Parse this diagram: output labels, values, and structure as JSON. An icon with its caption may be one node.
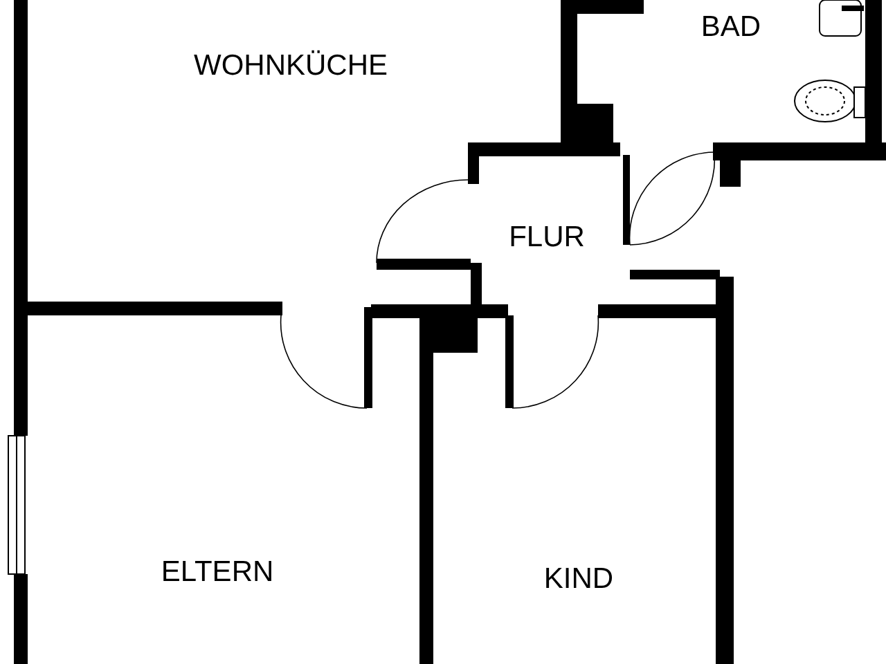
{
  "diagram": {
    "labels": [
      "BAD",
      "WOHNKÜCHE",
      "FLUR",
      "ELTERN",
      "KIND"
    ]
  }
}
